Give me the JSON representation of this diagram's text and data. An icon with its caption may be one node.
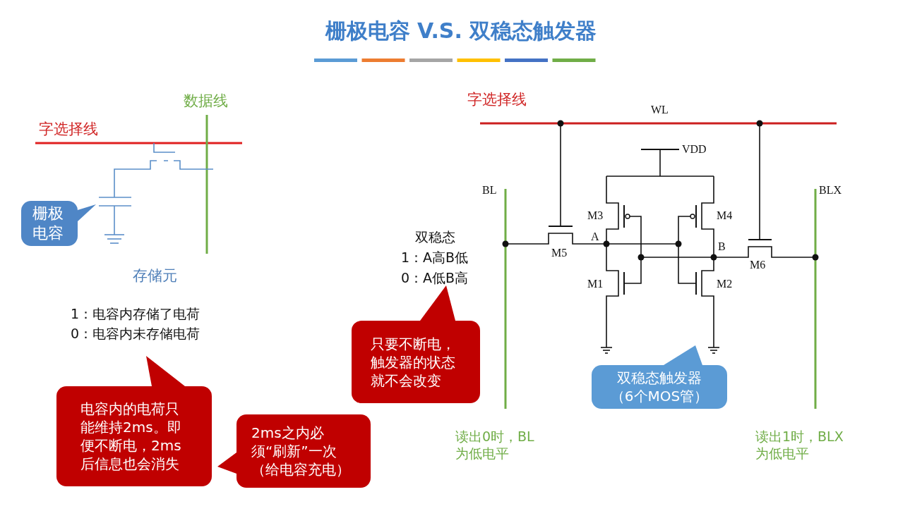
{
  "diagram": {
    "title": "栅极电容 V.S. 双稳态触发器",
    "nodes": [
      {
        "text": [
          "栅极电容"
        ]
      },
      {
        "text": [
          "电容内的电荷只能维持2ms。即便不断电，2ms后信息也会消失"
        ]
      },
      {
        "text": [
          "2ms之内必须“刷新”一次（给电容充电）"
        ]
      },
      {
        "text": [
          "只要不断电，触发器的状态就不会改变"
        ]
      },
      {
        "text": [
          "双稳态触发器（6个MOS管）"
        ]
      }
    ],
    "labels": [
      "数据线",
      "字选择线",
      "存储元",
      "1：电容内存储了电荷",
      "0：电容内未存储电荷",
      "字选择线",
      "WL",
      "VDD",
      "BL",
      "BLX",
      "M3",
      "M4",
      "A",
      "M5",
      "B",
      "M6",
      "M1",
      "M2",
      "双稳态",
      "1：A高B低",
      "0：A低B高",
      "读出0时，BL为低电平",
      "读出1时，BLX为低电平"
    ]
  }
}
